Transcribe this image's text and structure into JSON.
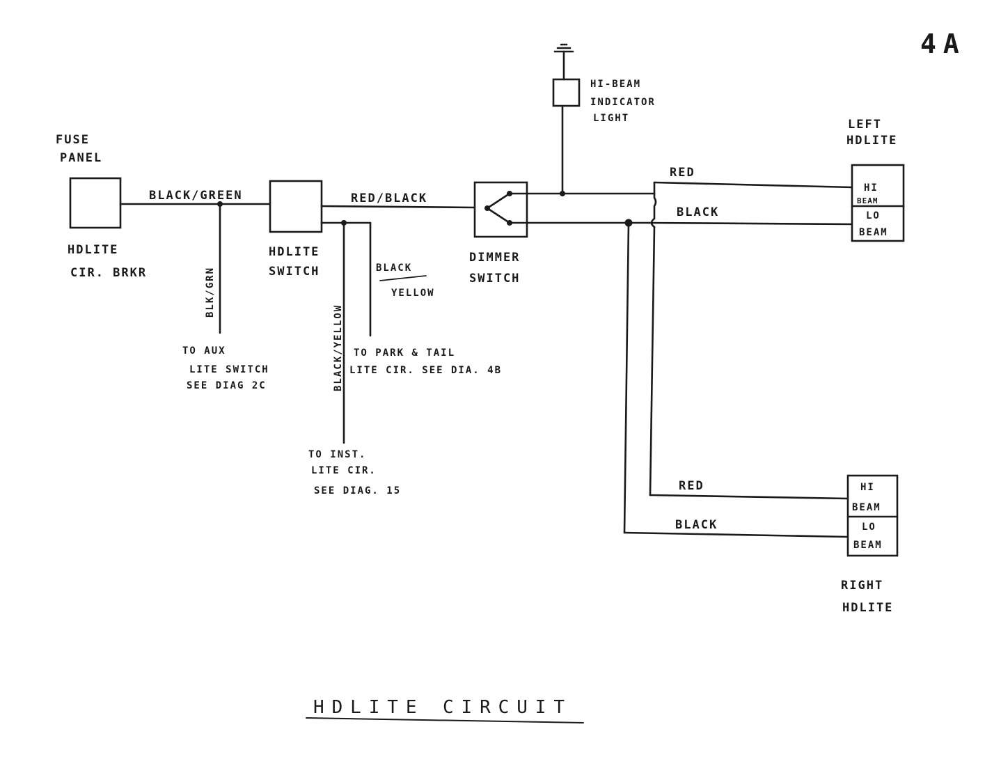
{
  "page_number": "4A",
  "title": "HDLITE CIRCUIT",
  "components": {
    "fuse_panel": {
      "label_top": [
        "FUSE",
        "PANEL"
      ],
      "label_bottom": [
        "HDLITE",
        "CIR. BRKR"
      ]
    },
    "hdlite_switch": {
      "label": [
        "HDLITE",
        "SWITCH"
      ]
    },
    "dimmer_switch": {
      "label": [
        "DIMMER",
        "SWITCH"
      ]
    },
    "hibeam_indicator": {
      "label": [
        "HI-BEAM",
        "INDICATOR",
        "LIGHT"
      ]
    },
    "left_hdlite": {
      "label": [
        "LEFT",
        "HDLITE"
      ],
      "hi": [
        "HI",
        "BEAM"
      ],
      "lo": [
        "LO",
        "BEAM"
      ]
    },
    "right_hdlite": {
      "label": [
        "RIGHT",
        "HDLITE"
      ],
      "hi": [
        "HI",
        "BEAM"
      ],
      "lo": [
        "LO",
        "BEAM"
      ]
    }
  },
  "wires": {
    "black_green": "BLACK/GREEN",
    "blk_grn": "BLK/GRN",
    "red_black": "RED/BLACK",
    "black_yellow_vertical": "BLACK/YELLOW",
    "black_yellow_split": [
      "BLACK",
      "YELLOW"
    ],
    "left_red": "RED",
    "left_black": "BLACK",
    "right_red": "RED",
    "right_black": "BLACK"
  },
  "notes": {
    "aux": [
      "TO AUX",
      "LITE SWITCH",
      "SEE DIAG 2C"
    ],
    "park_tail": [
      "TO PARK & TAIL",
      "LITE CIR. SEE DIA. 4B"
    ],
    "inst": [
      "TO INST.",
      "LITE CIR.",
      "SEE DIAG. 15"
    ]
  }
}
